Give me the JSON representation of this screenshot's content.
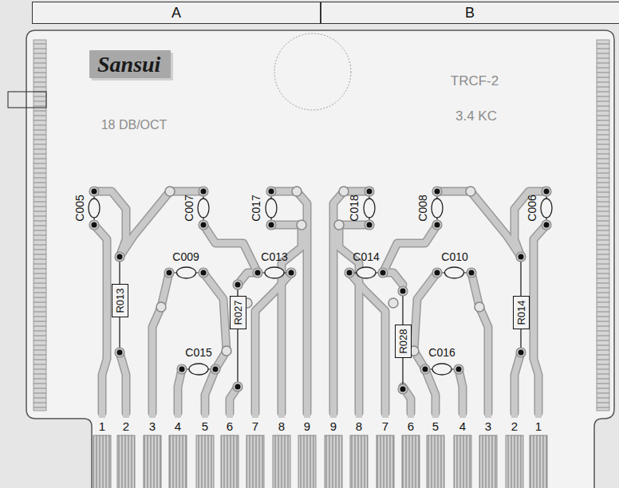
{
  "diagram": {
    "nodes": [
      {
        "text": [
          "A"
        ]
      },
      {
        "text": [
          "B"
        ]
      },
      {
        "text": [
          "Sansui"
        ]
      },
      {
        "text": [
          "R013"
        ]
      },
      {
        "text": [
          "R027"
        ]
      },
      {
        "text": [
          "R028"
        ]
      },
      {
        "text": [
          "R014"
        ]
      }
    ],
    "labels": [
      "TRCF-2",
      "3.4 KC",
      "18 DB/OCT",
      "C005",
      "C007",
      "C017",
      "C018",
      "C008",
      "C006",
      "C009",
      "C013",
      "C014",
      "C010",
      "C015",
      "C016",
      "1",
      "2",
      "3",
      "4",
      "5",
      "6",
      "7",
      "8",
      "9",
      "9",
      "8",
      "7",
      "6",
      "5",
      "4",
      "3",
      "2",
      "1"
    ]
  }
}
